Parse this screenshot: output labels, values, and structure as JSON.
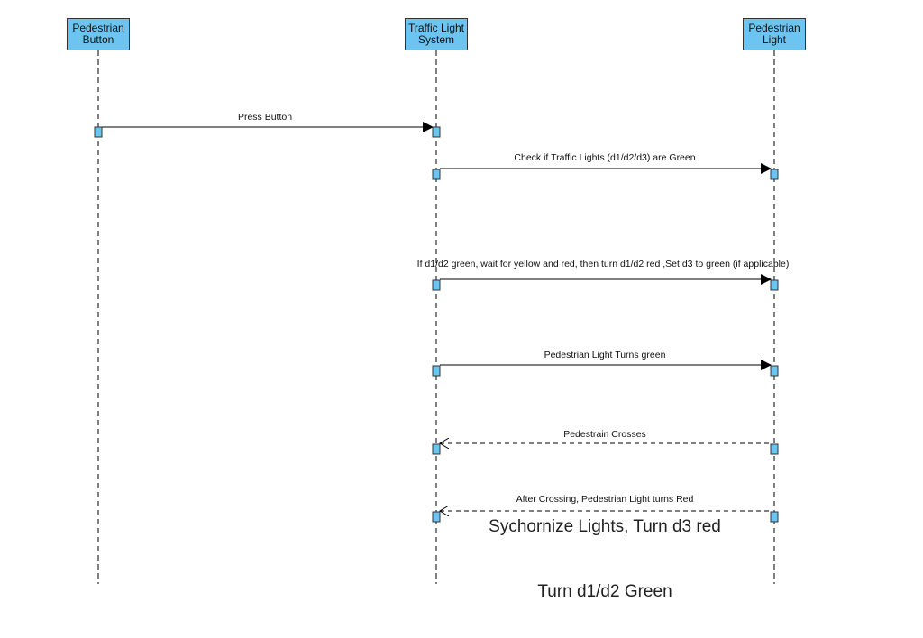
{
  "participants": [
    {
      "label": "Pedestrian\nButton"
    },
    {
      "label": "Traffic Light\nSystem"
    },
    {
      "label": "Pedestrian\nLight"
    }
  ],
  "messages": [
    {
      "label": "Press Button",
      "from": 0,
      "to": 1,
      "style": "solid"
    },
    {
      "label": "Check if Traffic Lights (d1/d2/d3) are Green",
      "from": 1,
      "to": 2,
      "style": "solid"
    },
    {
      "label": "If d1/d2 green, wait for yellow and red, then turn d1/d2 red ,Set d3 to green (if applicable)",
      "from": 1,
      "to": 2,
      "style": "solid"
    },
    {
      "label": "Pedestrian Light Turns green",
      "from": 1,
      "to": 2,
      "style": "solid"
    },
    {
      "label": "Pedestrain Crosses",
      "from": 2,
      "to": 1,
      "style": "dashed"
    },
    {
      "label": "After Crossing, Pedestrian Light turns Red",
      "from": 2,
      "to": 1,
      "style": "dashed"
    }
  ],
  "notes": [
    {
      "text": "Sychornize Lights, Turn d3 red"
    },
    {
      "text": "Turn d1/d2 Green"
    }
  ],
  "colors": {
    "participant_fill": "#6cc4f0",
    "activation_fill": "#6cc4f0",
    "line": "#000000"
  }
}
